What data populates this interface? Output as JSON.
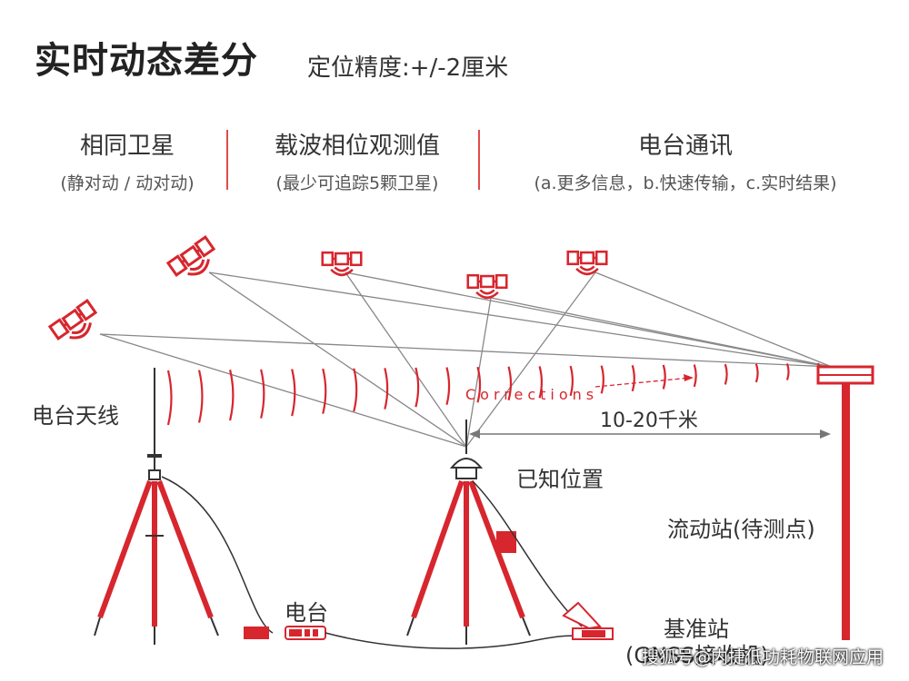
{
  "header": {
    "title": "实时动态差分",
    "subtitle": "定位精度:+/-2厘米"
  },
  "features": [
    {
      "title": "相同卫星",
      "subtitle": "(静对动 / 动对动)"
    },
    {
      "title": "载波相位观测值",
      "subtitle": "(最少可追踪5颗卫星)"
    },
    {
      "title": "电台通讯",
      "subtitle": "(a.更多信息，b.快速传输，c.实时结果)"
    }
  ],
  "diagram": {
    "corrections_text": "Corrections",
    "distance_label": "10-20千米",
    "labels": {
      "radio_antenna": "电台天线",
      "known_position": "已知位置",
      "rover": "流动站(待测点)",
      "radio": "电台",
      "base_station_1": "基准站",
      "base_station_2": "(GNSS接收机)"
    },
    "colors": {
      "accent": "#d7262e",
      "line": "#888888",
      "divider": "#e24a4a"
    }
  },
  "watermark": "搜狐号@内捷低功耗物联网应用"
}
